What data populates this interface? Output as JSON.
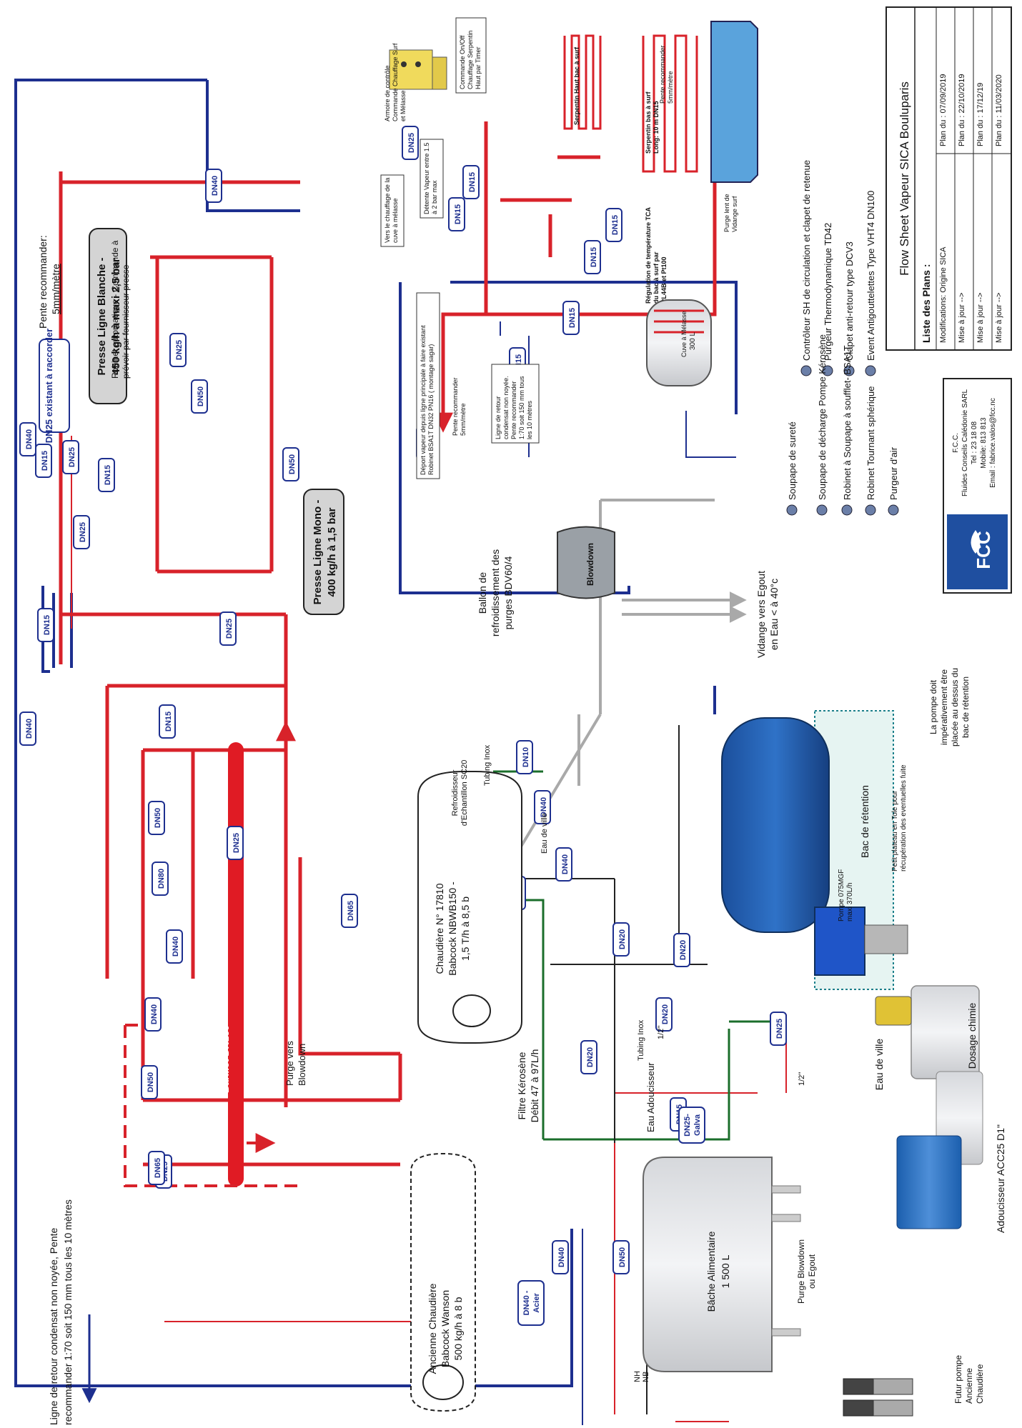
{
  "title_block": {
    "title": "Flow Sheet Vapeur SICA Bouluparis",
    "plans_heading": "Liste des Plans :",
    "rows": [
      {
        "left": "Modifications: Origine SICA",
        "right": "Plan du : 07/09/2019"
      },
      {
        "left": "Mise à jour -->",
        "right": "Plan du : 22/10/2019"
      },
      {
        "left": "Mise à jour -->",
        "right": "Plan du : 17/12/19"
      },
      {
        "left": "Mise à jour -->",
        "right": "Plan du : 11/03/2020"
      }
    ],
    "company": {
      "logo_text": "FCC",
      "name": "F.C.C.",
      "full": "Fluides Conseils Calédonie SARL",
      "tel": "Tel : 23 18 08",
      "mobile": "Mobile: 813 813",
      "email": "Email : fabrice.valos@fcc.nc"
    }
  },
  "legend": [
    "Contrôleur SH de circulation et clapet de retenue",
    "Purgeur Thermodynamique TD42",
    "Clapet anti-retour type DCV3",
    "Event Antigouttelettes Type VHT4 DN100",
    "Soupape de sureté",
    "Soupape de décharge Pompe Kérosène",
    "Robinet à Soupape à soufflet- BSA1T",
    "Robinet Tournant sphérique",
    "Purgeur d'air"
  ],
  "pipe_labels": [
    "DN15",
    "DN40",
    "DN25",
    "DN15",
    "DN15",
    "DN25",
    "DN40",
    "DN40",
    "DN15",
    "DN65",
    "DN50",
    "DN80",
    "DN40",
    "DN50",
    "DN25",
    "DN40",
    "DN65",
    "DN25",
    "DN50",
    "DN25",
    "DN25",
    "DN50",
    "DN10",
    "DN40",
    "DN40",
    "DN15",
    "DN20",
    "DN20",
    "DN20",
    "DN20",
    "DN25",
    "DN15",
    "DN50",
    "DN40",
    "DN15",
    "DN15",
    "DN25",
    "DN15",
    "DN15",
    "DN15",
    "DN15",
    "DN15"
  ],
  "callouts": {
    "dn25_existant": "DN25 existant à raccorder",
    "presse_blanche_1": "Presse Ligne Blanche -",
    "presse_blanche_2": "450 kg/h à maxi 2,5 bar",
    "presse_mono_1": "Presse Ligne Mono -",
    "presse_mono_2": "400 kg/h à 1,5 bar",
    "pente_1": "Pente recommander:",
    "pente_2": "5mm/mètre",
    "robinet_auto_1": "Robinet automatique - Commande à",
    "robinet_auto_2": "prévoir par fournisseur presse",
    "ligne_retour_1": "Ligne de retour condensat non noyée, Pente",
    "ligne_retour_2": "recommander 1:70 soit 150 mm tous les 10 mètres",
    "barillet": "Barillet DN150",
    "purge_blowdown_1": "Purge vers",
    "purge_blowdown_2": "Blowdown",
    "ancienne_1": "Ancienne Chaudière",
    "ancienne_2": "Babcock Wanson",
    "ancienne_3": "500 kg/h à 8 b",
    "chaudiere_1": "Chaudière N° 17810",
    "chaudiere_2": "Babcock NBWB150 -",
    "chaudiere_3": "1,5 T/h à 8,5 b",
    "refroidisseur_1": "Refroidisseur",
    "refroidisseur_2": "d'Echantillon SC20",
    "tubing_inox": "Tubing Inox",
    "eau_ville": "Eau de ville",
    "filtre_1": "Filtre Kérosène",
    "filtre_2": "Débit 47 à 97L/h",
    "ballon_1": "Ballon de",
    "ballon_2": "refroidissement des",
    "ballon_3": "purges BDV60/4",
    "blowdown": "Blowdown",
    "vidange_1": "Vidange vers Egout",
    "vidange_2": "en Eau < à 40°c",
    "pompe_1": "La pompe doit",
    "pompe_2": "impérativement être",
    "pompe_3": "placée au dessus du",
    "pompe_4": "bac de rétention",
    "bac": "Bac de rétention",
    "plateau_1": "Petit plateau en Tole pour",
    "plateau_2": "récupération des eventuelles fuite",
    "pompe_tag_1": "Pompe 075MGF",
    "pompe_tag_2": "maxi 370L/h",
    "dosage": "Dosage chimie",
    "eau_ville_2": "Eau de ville",
    "adoucisseur": "Adoucisseur ACC25 D1\"",
    "eau_adouc": "Eau Adoucisseur",
    "tubing_inox_2": "Tubing Inox",
    "half_inch": "1/2''",
    "half_inch_2": "1/2''",
    "dn25_galva_1": "DN25-",
    "dn25_galva_2": "Galva",
    "bache_1": "Bâche Alimentaire",
    "bache_2": "1 500 L",
    "purge_blowdown_egout_1": "Purge Blowdown",
    "purge_blowdown_egout_2": "ou Egout",
    "futur_1": "Futur pompe",
    "futur_2": "Ancienne",
    "futur_3": "Chaudière",
    "nh": "NH",
    "nb": "NB",
    "dn40_acier_1": "DN40 -",
    "dn40_acier_2": "Acier",
    "armoire_1": "Armoire de contrôle",
    "armoire_2": "Commande Chauffage Surf",
    "armoire_3": "et Mélasse",
    "commande_1": "Commande On/Off",
    "commande_2": "Chauffage Serpentin",
    "commande_3": "Haut par Timer",
    "detente_1": "Détente Vapeur entre 1.5",
    "detente_2": "à 2 bar max",
    "vers_chauffage_1": "Vers le chauffage de la",
    "vers_chauffage_2": "cuve à mélasse",
    "serpentin_haut": "Serpentin Haut bac à surf",
    "serpentin_bas_1": "Serpentin bas à surf",
    "serpentin_bas_2": "Long: 10 m DN15",
    "pente_ser_1": "Pente recommander",
    "pente_ser_2": "5mm/mètre",
    "regulation_1": "Régulation de température TCA",
    "regulation_2": "du bac à surf par",
    "regulation_3": "RL44B et Pt100",
    "purge_lent_1": "Purge lent de",
    "purge_lent_2": "Vidange surf",
    "cuve": "Cuve à Mélasse",
    "cuve_vol": "300 L",
    "deport_1": "Déport vapeur depuis ligne principale à faire existant",
    "deport_2": "Robinet BSA1T DN32 PN16 ( montage sagar)",
    "pente_deport_1": "Pente recommander",
    "pente_deport_2": "5mm/mètre",
    "ligne_retour_s_1": "Ligne de retour",
    "ligne_retour_s_2": "condensat non noyée.",
    "ligne_retour_s_3": "Pente recommander",
    "ligne_retour_s_4": "1:70 soit 150 mm tous",
    "ligne_retour_s_5": "les 10 mètres"
  }
}
